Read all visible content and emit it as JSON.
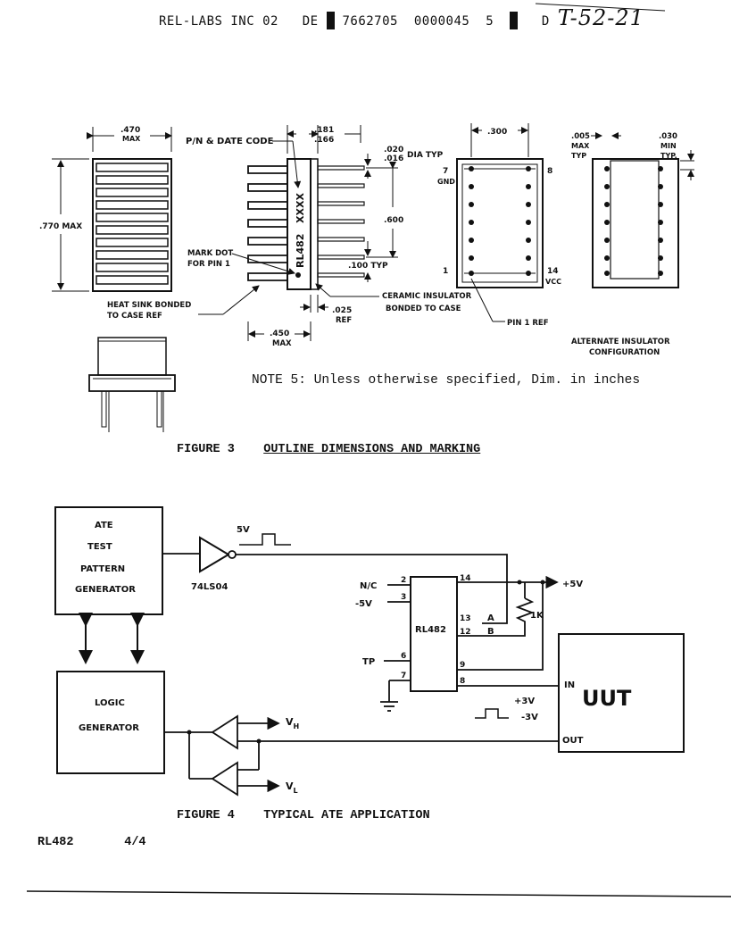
{
  "header": {
    "company": "REL-LABS INC 02",
    "de": "DE",
    "code1": "7662705",
    "code2": "0000045",
    "code3": "5",
    "d": "D",
    "handwritten": "T-52-21"
  },
  "figure3": {
    "caption_num": "FIGURE 3",
    "caption_title": "OUTLINE DIMENSIONS AND MARKING",
    "note": "NOTE 5:  Unless otherwise specified, Dim. in inches",
    "labels": {
      "w470": ".470",
      "max1": "MAX",
      "h770": ".770 MAX",
      "pn_date": "P/N & DATE CODE",
      "d181": ".181",
      "d166": ".166",
      "d020": ".020",
      "d016": ".016",
      "dia_typ": "DIA TYP",
      "d600": ".600",
      "d100": ".100 TYP",
      "mark_dot": "MARK DOT",
      "for_pin": "FOR PIN 1",
      "heat_sink": "HEAT SINK BONDED",
      "to_case": "TO CASE REF",
      "d025": ".025",
      "ref": "REF",
      "d450": ".450",
      "max2": "MAX",
      "ceramic": "CERAMIC INSULATOR",
      "bonded": "BONDED TO CASE",
      "d300": ".300",
      "pin7": "7",
      "gnd": "GND",
      "pin8": "8",
      "pin1": "1",
      "pin14": "14",
      "vcc": "VCC",
      "pin1ref": "PIN 1 REF",
      "d005": ".005",
      "max3": "MAX",
      "typ1": "TYP",
      "d030": ".030",
      "min": "MIN",
      "typ2": "TYP.",
      "alt1": "ALTERNATE INSULATOR",
      "alt2": "CONFIGURATION",
      "marking_xxxx": "XXXX",
      "marking_rl482": "RL482"
    }
  },
  "figure4": {
    "caption_num": "FIGURE 4",
    "caption_title": "TYPICAL ATE APPLICATION",
    "ate_line1": "ATE",
    "ate_line2": "TEST",
    "ate_line3": "PATTERN",
    "ate_line4": "GENERATOR",
    "logic_line1": "LOGIC",
    "logic_line2": "GENERATOR",
    "gate": "74LS04",
    "v5": "5V",
    "chip": "RL482",
    "nc": "N/C",
    "neg5v": "-5V",
    "tp": "TP",
    "p2": "2",
    "p3": "3",
    "p6": "6",
    "p7": "7",
    "p14": "14",
    "p13": "13",
    "p12": "12",
    "p9": "9",
    "p8": "8",
    "a": "A",
    "b": "B",
    "plus5v": "+5V",
    "r1k": "1K",
    "plus3v": "+3V",
    "minus3v": "-3V",
    "in": "IN",
    "out": "OUT",
    "uut": "UUT",
    "vh": "V",
    "vh_sub": "H",
    "vl": "V",
    "vl_sub": "L"
  },
  "footer": {
    "part": "RL482",
    "page": "4/4"
  }
}
